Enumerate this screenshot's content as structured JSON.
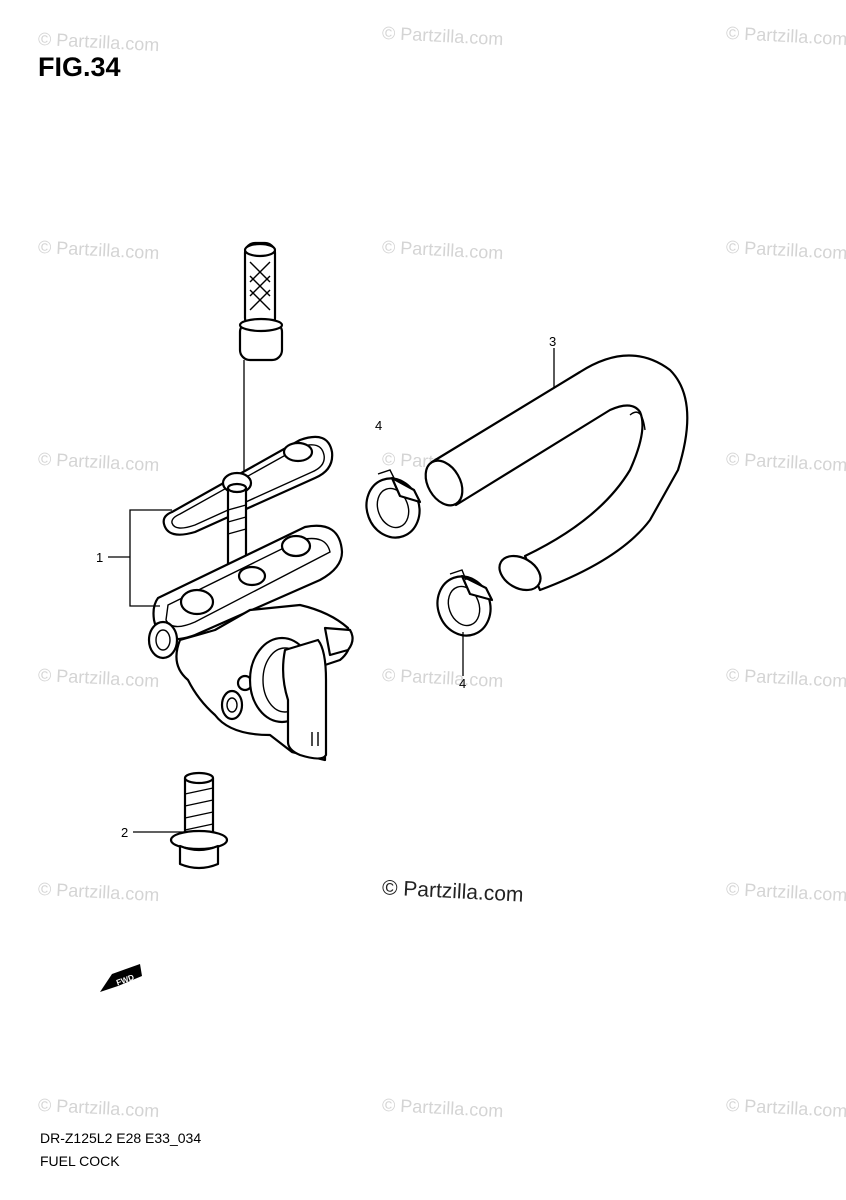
{
  "figure": {
    "title": "FIG.34",
    "code": "DR-Z125L2 E28 E33_034",
    "name": "FUEL COCK"
  },
  "watermark": {
    "text": "© Partzilla.com",
    "main_text": "© Partzilla.com"
  },
  "callouts": {
    "p1": "1",
    "p2": "2",
    "p3": "3",
    "p4a": "4",
    "p4b": "4"
  },
  "fwd_label": "FWD"
}
